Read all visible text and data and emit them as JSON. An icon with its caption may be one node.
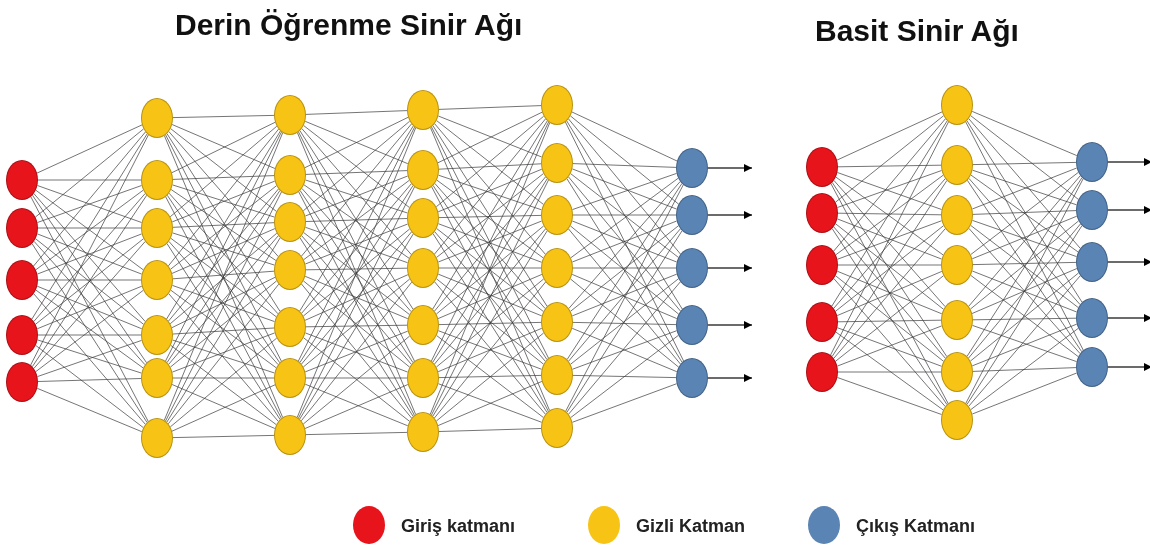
{
  "diagram": {
    "nodes": [
      {
        "text": [],
        "shape": "circle"
      },
      {
        "text": [],
        "shape": "circle"
      },
      {
        "text": [],
        "shape": "circle"
      },
      {
        "text": [],
        "shape": "circle"
      },
      {
        "text": [],
        "shape": "circle"
      },
      {
        "text": [],
        "shape": "circle"
      },
      {
        "text": [],
        "shape": "circle"
      },
      {
        "text": [],
        "shape": "circle"
      },
      {
        "text": [],
        "shape": "circle"
      },
      {
        "text": [],
        "shape": "circle"
      },
      {
        "text": [],
        "shape": "circle"
      },
      {
        "text": [],
        "shape": "circle"
      },
      {
        "text": [],
        "shape": "circle"
      },
      {
        "text": [],
        "shape": "circle"
      },
      {
        "text": [],
        "shape": "circle"
      },
      {
        "text": [],
        "shape": "circle"
      },
      {
        "text": [],
        "shape": "circle"
      },
      {
        "text": [],
        "shape": "circle"
      },
      {
        "text": [],
        "shape": "circle"
      },
      {
        "text": [],
        "shape": "circle"
      },
      {
        "text": [],
        "shape": "circle"
      },
      {
        "text": [],
        "shape": "circle"
      },
      {
        "text": [],
        "shape": "circle"
      },
      {
        "text": [],
        "shape": "circle"
      },
      {
        "text": [],
        "shape": "circle"
      },
      {
        "text": [],
        "shape": "circle"
      },
      {
        "text": [],
        "shape": "circle"
      },
      {
        "text": [],
        "shape": "circle"
      },
      {
        "text": [],
        "shape": "circle"
      },
      {
        "text": [],
        "shape": "circle"
      },
      {
        "text": [],
        "shape": "circle"
      },
      {
        "text": [],
        "shape": "circle"
      },
      {
        "text": [],
        "shape": "circle"
      },
      {
        "text": [],
        "shape": "circle"
      },
      {
        "text": [],
        "shape": "circle"
      },
      {
        "text": [],
        "shape": "circle"
      },
      {
        "text": [],
        "shape": "circle"
      },
      {
        "text": [],
        "shape": "circle"
      },
      {
        "text": [],
        "shape": "circle"
      },
      {
        "text": [],
        "shape": "circle"
      },
      {
        "text": [],
        "shape": "circle"
      },
      {
        "text": [],
        "shape": "circle"
      },
      {
        "text": [],
        "shape": "circle"
      },
      {
        "text": [],
        "shape": "circle"
      },
      {
        "text": [],
        "shape": "circle"
      },
      {
        "text": [],
        "shape": "circle"
      },
      {
        "text": [],
        "shape": "circle"
      },
      {
        "text": [],
        "shape": "circle"
      },
      {
        "text": [],
        "shape": "circle"
      },
      {
        "text": [],
        "shape": "circle"
      },
      {
        "text": [],
        "shape": "circle"
      },
      {
        "text": [],
        "shape": "circle"
      },
      {
        "text": [],
        "shape": "circle"
      },
      {
        "text": [],
        "shape": "circle"
      },
      {
        "text": [],
        "shape": "circle"
      }
    ],
    "edges": [
      {
        "from": 0,
        "to": 5,
        "arrow": "none"
      },
      {
        "from": 0,
        "to": 6,
        "arrow": "none"
      },
      {
        "from": 0,
        "to": 7,
        "arrow": "none"
      },
      {
        "from": 0,
        "to": 8,
        "arrow": "none"
      },
      {
        "from": 0,
        "to": 9,
        "arrow": "none"
      },
      {
        "from": 0,
        "to": 10,
        "arrow": "none"
      },
      {
        "from": 0,
        "to": 11,
        "arrow": "none"
      },
      {
        "from": 1,
        "to": 5,
        "arrow": "none"
      },
      {
        "from": 1,
        "to": 6,
        "arrow": "none"
      },
      {
        "from": 1,
        "to": 7,
        "arrow": "none"
      },
      {
        "from": 1,
        "to": 8,
        "arrow": "none"
      },
      {
        "from": 1,
        "to": 9,
        "arrow": "none"
      },
      {
        "from": 1,
        "to": 10,
        "arrow": "none"
      },
      {
        "from": 1,
        "to": 11,
        "arrow": "none"
      },
      {
        "from": 2,
        "to": 5,
        "arrow": "none"
      },
      {
        "from": 2,
        "to": 6,
        "arrow": "none"
      },
      {
        "from": 2,
        "to": 7,
        "arrow": "none"
      },
      {
        "from": 2,
        "to": 8,
        "arrow": "none"
      },
      {
        "from": 2,
        "to": 9,
        "arrow": "none"
      },
      {
        "from": 2,
        "to": 10,
        "arrow": "none"
      },
      {
        "from": 2,
        "to": 11,
        "arrow": "none"
      },
      {
        "from": 3,
        "to": 5,
        "arrow": "none"
      },
      {
        "from": 3,
        "to": 6,
        "arrow": "none"
      },
      {
        "from": 3,
        "to": 7,
        "arrow": "none"
      },
      {
        "from": 3,
        "to": 8,
        "arrow": "none"
      },
      {
        "from": 3,
        "to": 9,
        "arrow": "none"
      },
      {
        "from": 3,
        "to": 10,
        "arrow": "none"
      },
      {
        "from": 3,
        "to": 11,
        "arrow": "none"
      },
      {
        "from": 4,
        "to": 5,
        "arrow": "none"
      },
      {
        "from": 4,
        "to": 6,
        "arrow": "none"
      },
      {
        "from": 4,
        "to": 7,
        "arrow": "none"
      },
      {
        "from": 4,
        "to": 8,
        "arrow": "none"
      },
      {
        "from": 4,
        "to": 9,
        "arrow": "none"
      },
      {
        "from": 4,
        "to": 10,
        "arrow": "none"
      },
      {
        "from": 4,
        "to": 11,
        "arrow": "none"
      },
      {
        "from": 5,
        "to": 12,
        "arrow": "none"
      },
      {
        "from": 5,
        "to": 13,
        "arrow": "none"
      },
      {
        "from": 5,
        "to": 14,
        "arrow": "none"
      },
      {
        "from": 5,
        "to": 15,
        "arrow": "none"
      },
      {
        "from": 5,
        "to": 16,
        "arrow": "none"
      },
      {
        "from": 5,
        "to": 17,
        "arrow": "none"
      },
      {
        "from": 5,
        "to": 18,
        "arrow": "none"
      },
      {
        "from": 6,
        "to": 12,
        "arrow": "none"
      },
      {
        "from": 6,
        "to": 13,
        "arrow": "none"
      },
      {
        "from": 6,
        "to": 14,
        "arrow": "none"
      },
      {
        "from": 6,
        "to": 15,
        "arrow": "none"
      },
      {
        "from": 6,
        "to": 16,
        "arrow": "none"
      },
      {
        "from": 6,
        "to": 17,
        "arrow": "none"
      },
      {
        "from": 6,
        "to": 18,
        "arrow": "none"
      },
      {
        "from": 7,
        "to": 12,
        "arrow": "none"
      },
      {
        "from": 7,
        "to": 13,
        "arrow": "none"
      },
      {
        "from": 7,
        "to": 14,
        "arrow": "none"
      },
      {
        "from": 7,
        "to": 15,
        "arrow": "none"
      },
      {
        "from": 7,
        "to": 16,
        "arrow": "none"
      },
      {
        "from": 7,
        "to": 17,
        "arrow": "none"
      },
      {
        "from": 7,
        "to": 18,
        "arrow": "none"
      },
      {
        "from": 8,
        "to": 12,
        "arrow": "none"
      },
      {
        "from": 8,
        "to": 13,
        "arrow": "none"
      },
      {
        "from": 8,
        "to": 14,
        "arrow": "none"
      },
      {
        "from": 8,
        "to": 15,
        "arrow": "none"
      },
      {
        "from": 8,
        "to": 16,
        "arrow": "none"
      },
      {
        "from": 8,
        "to": 17,
        "arrow": "none"
      },
      {
        "from": 8,
        "to": 18,
        "arrow": "none"
      },
      {
        "from": 9,
        "to": 12,
        "arrow": "none"
      },
      {
        "from": 9,
        "to": 13,
        "arrow": "none"
      },
      {
        "from": 9,
        "to": 14,
        "arrow": "none"
      },
      {
        "from": 9,
        "to": 15,
        "arrow": "none"
      },
      {
        "from": 9,
        "to": 16,
        "arrow": "none"
      },
      {
        "from": 9,
        "to": 17,
        "arrow": "none"
      },
      {
        "from": 9,
        "to": 18,
        "arrow": "none"
      },
      {
        "from": 10,
        "to": 12,
        "arrow": "none"
      },
      {
        "from": 10,
        "to": 13,
        "arrow": "none"
      },
      {
        "from": 10,
        "to": 14,
        "arrow": "none"
      },
      {
        "from": 10,
        "to": 15,
        "arrow": "none"
      },
      {
        "from": 10,
        "to": 16,
        "arrow": "none"
      },
      {
        "from": 10,
        "to": 17,
        "arrow": "none"
      },
      {
        "from": 10,
        "to": 18,
        "arrow": "none"
      },
      {
        "from": 11,
        "to": 12,
        "arrow": "none"
      },
      {
        "from": 11,
        "to": 13,
        "arrow": "none"
      },
      {
        "from": 11,
        "to": 14,
        "arrow": "none"
      },
      {
        "from": 11,
        "to": 15,
        "arrow": "none"
      },
      {
        "from": 11,
        "to": 16,
        "arrow": "none"
      },
      {
        "from": 11,
        "to": 17,
        "arrow": "none"
      },
      {
        "from": 11,
        "to": 18,
        "arrow": "none"
      },
      {
        "from": 12,
        "to": 19,
        "arrow": "none"
      },
      {
        "from": 12,
        "to": 20,
        "arrow": "none"
      },
      {
        "from": 12,
        "to": 21,
        "arrow": "none"
      },
      {
        "from": 12,
        "to": 22,
        "arrow": "none"
      },
      {
        "from": 12,
        "to": 23,
        "arrow": "none"
      },
      {
        "from": 12,
        "to": 24,
        "arrow": "none"
      },
      {
        "from": 12,
        "to": 25,
        "arrow": "none"
      },
      {
        "from": 13,
        "to": 19,
        "arrow": "none"
      },
      {
        "from": 13,
        "to": 20,
        "arrow": "none"
      },
      {
        "from": 13,
        "to": 21,
        "arrow": "none"
      },
      {
        "from": 13,
        "to": 22,
        "arrow": "none"
      },
      {
        "from": 13,
        "to": 23,
        "arrow": "none"
      },
      {
        "from": 13,
        "to": 24,
        "arrow": "none"
      },
      {
        "from": 13,
        "to": 25,
        "arrow": "none"
      },
      {
        "from": 14,
        "to": 19,
        "arrow": "none"
      },
      {
        "from": 14,
        "to": 20,
        "arrow": "none"
      },
      {
        "from": 14,
        "to": 21,
        "arrow": "none"
      },
      {
        "from": 14,
        "to": 22,
        "arrow": "none"
      },
      {
        "from": 14,
        "to": 23,
        "arrow": "none"
      },
      {
        "from": 14,
        "to": 24,
        "arrow": "none"
      },
      {
        "from": 14,
        "to": 25,
        "arrow": "none"
      },
      {
        "from": 15,
        "to": 19,
        "arrow": "none"
      },
      {
        "from": 15,
        "to": 20,
        "arrow": "none"
      },
      {
        "from": 15,
        "to": 21,
        "arrow": "none"
      },
      {
        "from": 15,
        "to": 22,
        "arrow": "none"
      },
      {
        "from": 15,
        "to": 23,
        "arrow": "none"
      },
      {
        "from": 15,
        "to": 24,
        "arrow": "none"
      },
      {
        "from": 15,
        "to": 25,
        "arrow": "none"
      },
      {
        "from": 16,
        "to": 19,
        "arrow": "none"
      },
      {
        "from": 16,
        "to": 20,
        "arrow": "none"
      },
      {
        "from": 16,
        "to": 21,
        "arrow": "none"
      },
      {
        "from": 16,
        "to": 22,
        "arrow": "none"
      },
      {
        "from": 16,
        "to": 23,
        "arrow": "none"
      },
      {
        "from": 16,
        "to": 24,
        "arrow": "none"
      },
      {
        "from": 16,
        "to": 25,
        "arrow": "none"
      },
      {
        "from": 17,
        "to": 19,
        "arrow": "none"
      },
      {
        "from": 17,
        "to": 20,
        "arrow": "none"
      },
      {
        "from": 17,
        "to": 21,
        "arrow": "none"
      },
      {
        "from": 17,
        "to": 22,
        "arrow": "none"
      },
      {
        "from": 17,
        "to": 23,
        "arrow": "none"
      },
      {
        "from": 17,
        "to": 24,
        "arrow": "none"
      },
      {
        "from": 17,
        "to": 25,
        "arrow": "none"
      },
      {
        "from": 18,
        "to": 19,
        "arrow": "none"
      },
      {
        "from": 18,
        "to": 20,
        "arrow": "none"
      },
      {
        "from": 18,
        "to": 21,
        "arrow": "none"
      },
      {
        "from": 18,
        "to": 22,
        "arrow": "none"
      },
      {
        "from": 18,
        "to": 23,
        "arrow": "none"
      },
      {
        "from": 18,
        "to": 24,
        "arrow": "none"
      },
      {
        "from": 18,
        "to": 25,
        "arrow": "none"
      },
      {
        "from": 19,
        "to": 26,
        "arrow": "none"
      },
      {
        "from": 19,
        "to": 27,
        "arrow": "none"
      },
      {
        "from": 19,
        "to": 28,
        "arrow": "none"
      },
      {
        "from": 19,
        "to": 29,
        "arrow": "none"
      },
      {
        "from": 19,
        "to": 30,
        "arrow": "none"
      },
      {
        "from": 19,
        "to": 31,
        "arrow": "none"
      },
      {
        "from": 19,
        "to": 32,
        "arrow": "none"
      },
      {
        "from": 20,
        "to": 26,
        "arrow": "none"
      },
      {
        "from": 20,
        "to": 27,
        "arrow": "none"
      },
      {
        "from": 20,
        "to": 28,
        "arrow": "none"
      },
      {
        "from": 20,
        "to": 29,
        "arrow": "none"
      },
      {
        "from": 20,
        "to": 30,
        "arrow": "none"
      },
      {
        "from": 20,
        "to": 31,
        "arrow": "none"
      },
      {
        "from": 20,
        "to": 32,
        "arrow": "none"
      },
      {
        "from": 21,
        "to": 26,
        "arrow": "none"
      },
      {
        "from": 21,
        "to": 27,
        "arrow": "none"
      },
      {
        "from": 21,
        "to": 28,
        "arrow": "none"
      },
      {
        "from": 21,
        "to": 29,
        "arrow": "none"
      },
      {
        "from": 21,
        "to": 30,
        "arrow": "none"
      },
      {
        "from": 21,
        "to": 31,
        "arrow": "none"
      },
      {
        "from": 21,
        "to": 32,
        "arrow": "none"
      },
      {
        "from": 22,
        "to": 26,
        "arrow": "none"
      },
      {
        "from": 22,
        "to": 27,
        "arrow": "none"
      },
      {
        "from": 22,
        "to": 28,
        "arrow": "none"
      },
      {
        "from": 22,
        "to": 29,
        "arrow": "none"
      },
      {
        "from": 22,
        "to": 30,
        "arrow": "none"
      },
      {
        "from": 22,
        "to": 31,
        "arrow": "none"
      },
      {
        "from": 22,
        "to": 32,
        "arrow": "none"
      },
      {
        "from": 23,
        "to": 26,
        "arrow": "none"
      },
      {
        "from": 23,
        "to": 27,
        "arrow": "none"
      },
      {
        "from": 23,
        "to": 28,
        "arrow": "none"
      },
      {
        "from": 23,
        "to": 29,
        "arrow": "none"
      },
      {
        "from": 23,
        "to": 30,
        "arrow": "none"
      },
      {
        "from": 23,
        "to": 31,
        "arrow": "none"
      },
      {
        "from": 23,
        "to": 32,
        "arrow": "none"
      },
      {
        "from": 24,
        "to": 26,
        "arrow": "none"
      },
      {
        "from": 24,
        "to": 27,
        "arrow": "none"
      },
      {
        "from": 24,
        "to": 28,
        "arrow": "none"
      },
      {
        "from": 24,
        "to": 29,
        "arrow": "none"
      },
      {
        "from": 24,
        "to": 30,
        "arrow": "none"
      },
      {
        "from": 24,
        "to": 31,
        "arrow": "none"
      },
      {
        "from": 24,
        "to": 32,
        "arrow": "none"
      },
      {
        "from": 25,
        "to": 26,
        "arrow": "none"
      },
      {
        "from": 25,
        "to": 27,
        "arrow": "none"
      },
      {
        "from": 25,
        "to": 28,
        "arrow": "none"
      },
      {
        "from": 25,
        "to": 29,
        "arrow": "none"
      },
      {
        "from": 25,
        "to": 30,
        "arrow": "none"
      },
      {
        "from": 25,
        "to": 31,
        "arrow": "none"
      },
      {
        "from": 25,
        "to": 32,
        "arrow": "none"
      },
      {
        "from": 26,
        "to": 33,
        "arrow": "none"
      },
      {
        "from": 26,
        "to": 34,
        "arrow": "none"
      },
      {
        "from": 26,
        "to": 35,
        "arrow": "none"
      },
      {
        "from": 26,
        "to": 36,
        "arrow": "none"
      },
      {
        "from": 26,
        "to": 37,
        "arrow": "none"
      },
      {
        "from": 27,
        "to": 33,
        "arrow": "none"
      },
      {
        "from": 27,
        "to": 34,
        "arrow": "none"
      },
      {
        "from": 27,
        "to": 35,
        "arrow": "none"
      },
      {
        "from": 27,
        "to": 36,
        "arrow": "none"
      },
      {
        "from": 27,
        "to": 37,
        "arrow": "none"
      },
      {
        "from": 28,
        "to": 33,
        "arrow": "none"
      },
      {
        "from": 28,
        "to": 34,
        "arrow": "none"
      },
      {
        "from": 28,
        "to": 35,
        "arrow": "none"
      },
      {
        "from": 28,
        "to": 36,
        "arrow": "none"
      },
      {
        "from": 28,
        "to": 37,
        "arrow": "none"
      },
      {
        "from": 29,
        "to": 33,
        "arrow": "none"
      },
      {
        "from": 29,
        "to": 34,
        "arrow": "none"
      },
      {
        "from": 29,
        "to": 35,
        "arrow": "none"
      },
      {
        "from": 29,
        "to": 36,
        "arrow": "none"
      },
      {
        "from": 29,
        "to": 37,
        "arrow": "none"
      },
      {
        "from": 30,
        "to": 33,
        "arrow": "none"
      },
      {
        "from": 30,
        "to": 34,
        "arrow": "none"
      },
      {
        "from": 30,
        "to": 35,
        "arrow": "none"
      },
      {
        "from": 30,
        "to": 36,
        "arrow": "none"
      },
      {
        "from": 30,
        "to": 37,
        "arrow": "none"
      },
      {
        "from": 31,
        "to": 33,
        "arrow": "none"
      },
      {
        "from": 31,
        "to": 34,
        "arrow": "none"
      },
      {
        "from": 31,
        "to": 35,
        "arrow": "none"
      },
      {
        "from": 31,
        "to": 36,
        "arrow": "none"
      },
      {
        "from": 31,
        "to": 37,
        "arrow": "none"
      },
      {
        "from": 32,
        "to": 33,
        "arrow": "none"
      },
      {
        "from": 32,
        "to": 34,
        "arrow": "none"
      },
      {
        "from": 32,
        "to": 35,
        "arrow": "none"
      },
      {
        "from": 32,
        "to": 36,
        "arrow": "none"
      },
      {
        "from": 32,
        "to": 37,
        "arrow": "none"
      },
      {
        "from": 33,
        "to": null,
        "arrow": "to"
      },
      {
        "from": 34,
        "to": null,
        "arrow": "to"
      },
      {
        "from": 35,
        "to": null,
        "arrow": "to"
      },
      {
        "from": 36,
        "to": null,
        "arrow": "to"
      },
      {
        "from": 37,
        "to": null,
        "arrow": "to"
      },
      {
        "from": 38,
        "to": 43,
        "arrow": "none"
      },
      {
        "from": 38,
        "to": 44,
        "arrow": "none"
      },
      {
        "from": 38,
        "to": 45,
        "arrow": "none"
      },
      {
        "from": 38,
        "to": 46,
        "arrow": "none"
      },
      {
        "from": 38,
        "to": 47,
        "arrow": "none"
      },
      {
        "from": 38,
        "to": 48,
        "arrow": "none"
      },
      {
        "from": 38,
        "to": 49,
        "arrow": "none"
      },
      {
        "from": 39,
        "to": 43,
        "arrow": "none"
      },
      {
        "from": 39,
        "to": 44,
        "arrow": "none"
      },
      {
        "from": 39,
        "to": 45,
        "arrow": "none"
      },
      {
        "from": 39,
        "to": 46,
        "arrow": "none"
      },
      {
        "from": 39,
        "to": 47,
        "arrow": "none"
      },
      {
        "from": 39,
        "to": 48,
        "arrow": "none"
      },
      {
        "from": 39,
        "to": 49,
        "arrow": "none"
      },
      {
        "from": 40,
        "to": 43,
        "arrow": "none"
      },
      {
        "from": 40,
        "to": 44,
        "arrow": "none"
      },
      {
        "from": 40,
        "to": 45,
        "arrow": "none"
      },
      {
        "from": 40,
        "to": 46,
        "arrow": "none"
      },
      {
        "from": 40,
        "to": 47,
        "arrow": "none"
      },
      {
        "from": 40,
        "to": 48,
        "arrow": "none"
      },
      {
        "from": 40,
        "to": 49,
        "arrow": "none"
      },
      {
        "from": 41,
        "to": 43,
        "arrow": "none"
      },
      {
        "from": 41,
        "to": 44,
        "arrow": "none"
      },
      {
        "from": 41,
        "to": 45,
        "arrow": "none"
      },
      {
        "from": 41,
        "to": 46,
        "arrow": "none"
      },
      {
        "from": 41,
        "to": 47,
        "arrow": "none"
      },
      {
        "from": 41,
        "to": 48,
        "arrow": "none"
      },
      {
        "from": 41,
        "to": 49,
        "arrow": "none"
      },
      {
        "from": 42,
        "to": 43,
        "arrow": "none"
      },
      {
        "from": 42,
        "to": 44,
        "arrow": "none"
      },
      {
        "from": 42,
        "to": 45,
        "arrow": "none"
      },
      {
        "from": 42,
        "to": 46,
        "arrow": "none"
      },
      {
        "from": 42,
        "to": 47,
        "arrow": "none"
      },
      {
        "from": 42,
        "to": 48,
        "arrow": "none"
      },
      {
        "from": 42,
        "to": 49,
        "arrow": "none"
      },
      {
        "from": 43,
        "to": 50,
        "arrow": "none"
      },
      {
        "from": 43,
        "to": 51,
        "arrow": "none"
      },
      {
        "from": 43,
        "to": 52,
        "arrow": "none"
      },
      {
        "from": 43,
        "to": 53,
        "arrow": "none"
      },
      {
        "from": 43,
        "to": 54,
        "arrow": "none"
      },
      {
        "from": 44,
        "to": 50,
        "arrow": "none"
      },
      {
        "from": 44,
        "to": 51,
        "arrow": "none"
      },
      {
        "from": 44,
        "to": 52,
        "arrow": "none"
      },
      {
        "from": 44,
        "to": 53,
        "arrow": "none"
      },
      {
        "from": 44,
        "to": 54,
        "arrow": "none"
      },
      {
        "from": 45,
        "to": 50,
        "arrow": "none"
      },
      {
        "from": 45,
        "to": 51,
        "arrow": "none"
      },
      {
        "from": 45,
        "to": 52,
        "arrow": "none"
      },
      {
        "from": 45,
        "to": 53,
        "arrow": "none"
      },
      {
        "from": 45,
        "to": 54,
        "arrow": "none"
      },
      {
        "from": 46,
        "to": 50,
        "arrow": "none"
      },
      {
        "from": 46,
        "to": 51,
        "arrow": "none"
      },
      {
        "from": 46,
        "to": 52,
        "arrow": "none"
      },
      {
        "from": 46,
        "to": 53,
        "arrow": "none"
      },
      {
        "from": 46,
        "to": 54,
        "arrow": "none"
      },
      {
        "from": 47,
        "to": 50,
        "arrow": "none"
      },
      {
        "from": 47,
        "to": 51,
        "arrow": "none"
      },
      {
        "from": 47,
        "to": 52,
        "arrow": "none"
      },
      {
        "from": 47,
        "to": 53,
        "arrow": "none"
      },
      {
        "from": 47,
        "to": 54,
        "arrow": "none"
      },
      {
        "from": 48,
        "to": 50,
        "arrow": "none"
      },
      {
        "from": 48,
        "to": 51,
        "arrow": "none"
      },
      {
        "from": 48,
        "to": 52,
        "arrow": "none"
      },
      {
        "from": 48,
        "to": 53,
        "arrow": "none"
      },
      {
        "from": 48,
        "to": 54,
        "arrow": "none"
      },
      {
        "from": 49,
        "to": 50,
        "arrow": "none"
      },
      {
        "from": 49,
        "to": 51,
        "arrow": "none"
      },
      {
        "from": 49,
        "to": 52,
        "arrow": "none"
      },
      {
        "from": 49,
        "to": 53,
        "arrow": "none"
      },
      {
        "from": 49,
        "to": 54,
        "arrow": "none"
      },
      {
        "from": 50,
        "to": null,
        "arrow": "to"
      },
      {
        "from": 51,
        "to": null,
        "arrow": "to"
      },
      {
        "from": 52,
        "to": null,
        "arrow": "to"
      },
      {
        "from": 53,
        "to": null,
        "arrow": "to"
      },
      {
        "from": 54,
        "to": null,
        "arrow": "to"
      }
    ],
    "labels": [
      "Derin Öğrenme Sinir Ağı",
      "Basit Sinir Ağı"
    ],
    "legend": [
      {
        "text": "Giriş katmanı",
        "color": "#e8141c"
      },
      {
        "text": "Gizli Katman",
        "color": "#f7c416"
      },
      {
        "text": "Çıkış Katmanı",
        "color": "#5a84b4"
      }
    ]
  }
}
